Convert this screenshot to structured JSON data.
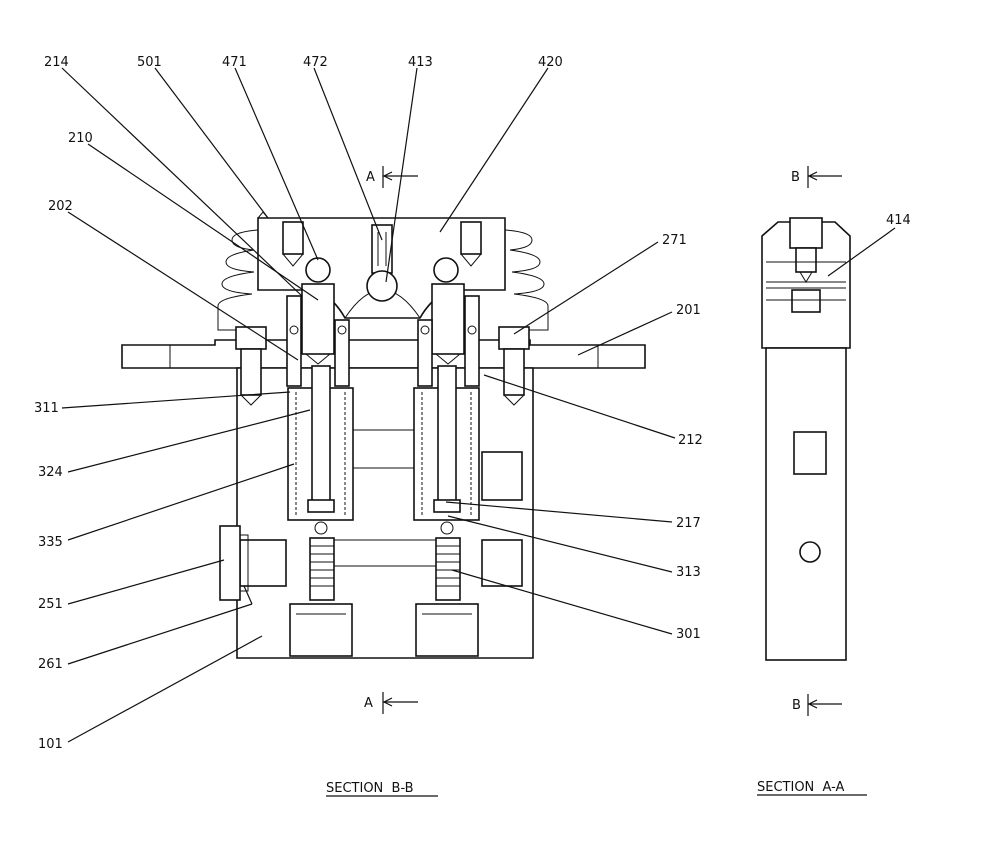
{
  "labels": {
    "l214": "214",
    "l501": "501",
    "l471": "471",
    "l472": "472",
    "l413": "413",
    "l420": "420",
    "l210": "210",
    "l202": "202",
    "l271": "271",
    "l201": "201",
    "l311": "311",
    "l212": "212",
    "l324": "324",
    "l335": "335",
    "l217": "217",
    "l251": "251",
    "l313": "313",
    "l301": "301",
    "l261": "261",
    "l101": "101",
    "l414": "414"
  },
  "section_marks": {
    "a_top": "A",
    "a_bottom": "A",
    "b_top": "B",
    "b_bottom": "B"
  },
  "titles": {
    "section_bb": "SECTION  B-B",
    "section_aa": "SECTION  A-A"
  }
}
